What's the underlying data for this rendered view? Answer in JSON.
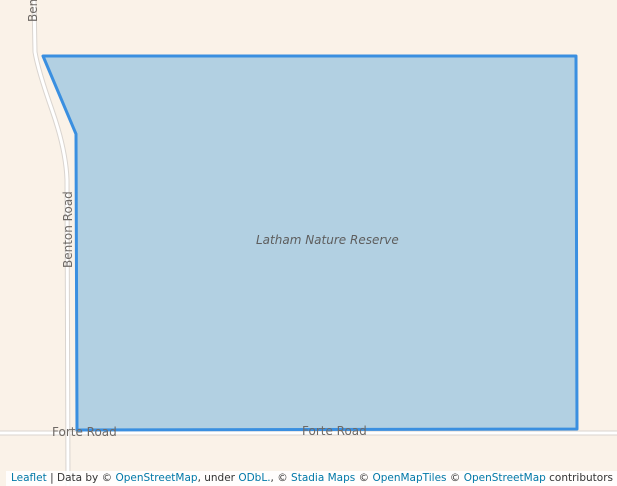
{
  "map": {
    "colors": {
      "background": "#faf2e8",
      "road_casing": "#d9d4cf",
      "road_fill": "#ffffff",
      "polygon_fill": "#aecde2",
      "polygon_stroke": "#3a8fe0"
    },
    "labels": {
      "reserve": "Latham Nature Reserve",
      "benton_road_side": "Benton Road",
      "benton_road_top": "Benton Road",
      "forte_road_left": "Forte Road",
      "forte_road_center": "Forte Road"
    }
  },
  "attribution": {
    "leaflet": "Leaflet",
    "sep1": " | Data by © ",
    "osm1": "OpenStreetMap",
    "under": ", under ",
    "odbl": "ODbL.",
    "sep2": ", © ",
    "stadia": "Stadia Maps",
    "sep3": " © ",
    "omt": "OpenMapTiles",
    "sep4": " © ",
    "osm2": "OpenStreetMap",
    "contrib": " contributors"
  }
}
